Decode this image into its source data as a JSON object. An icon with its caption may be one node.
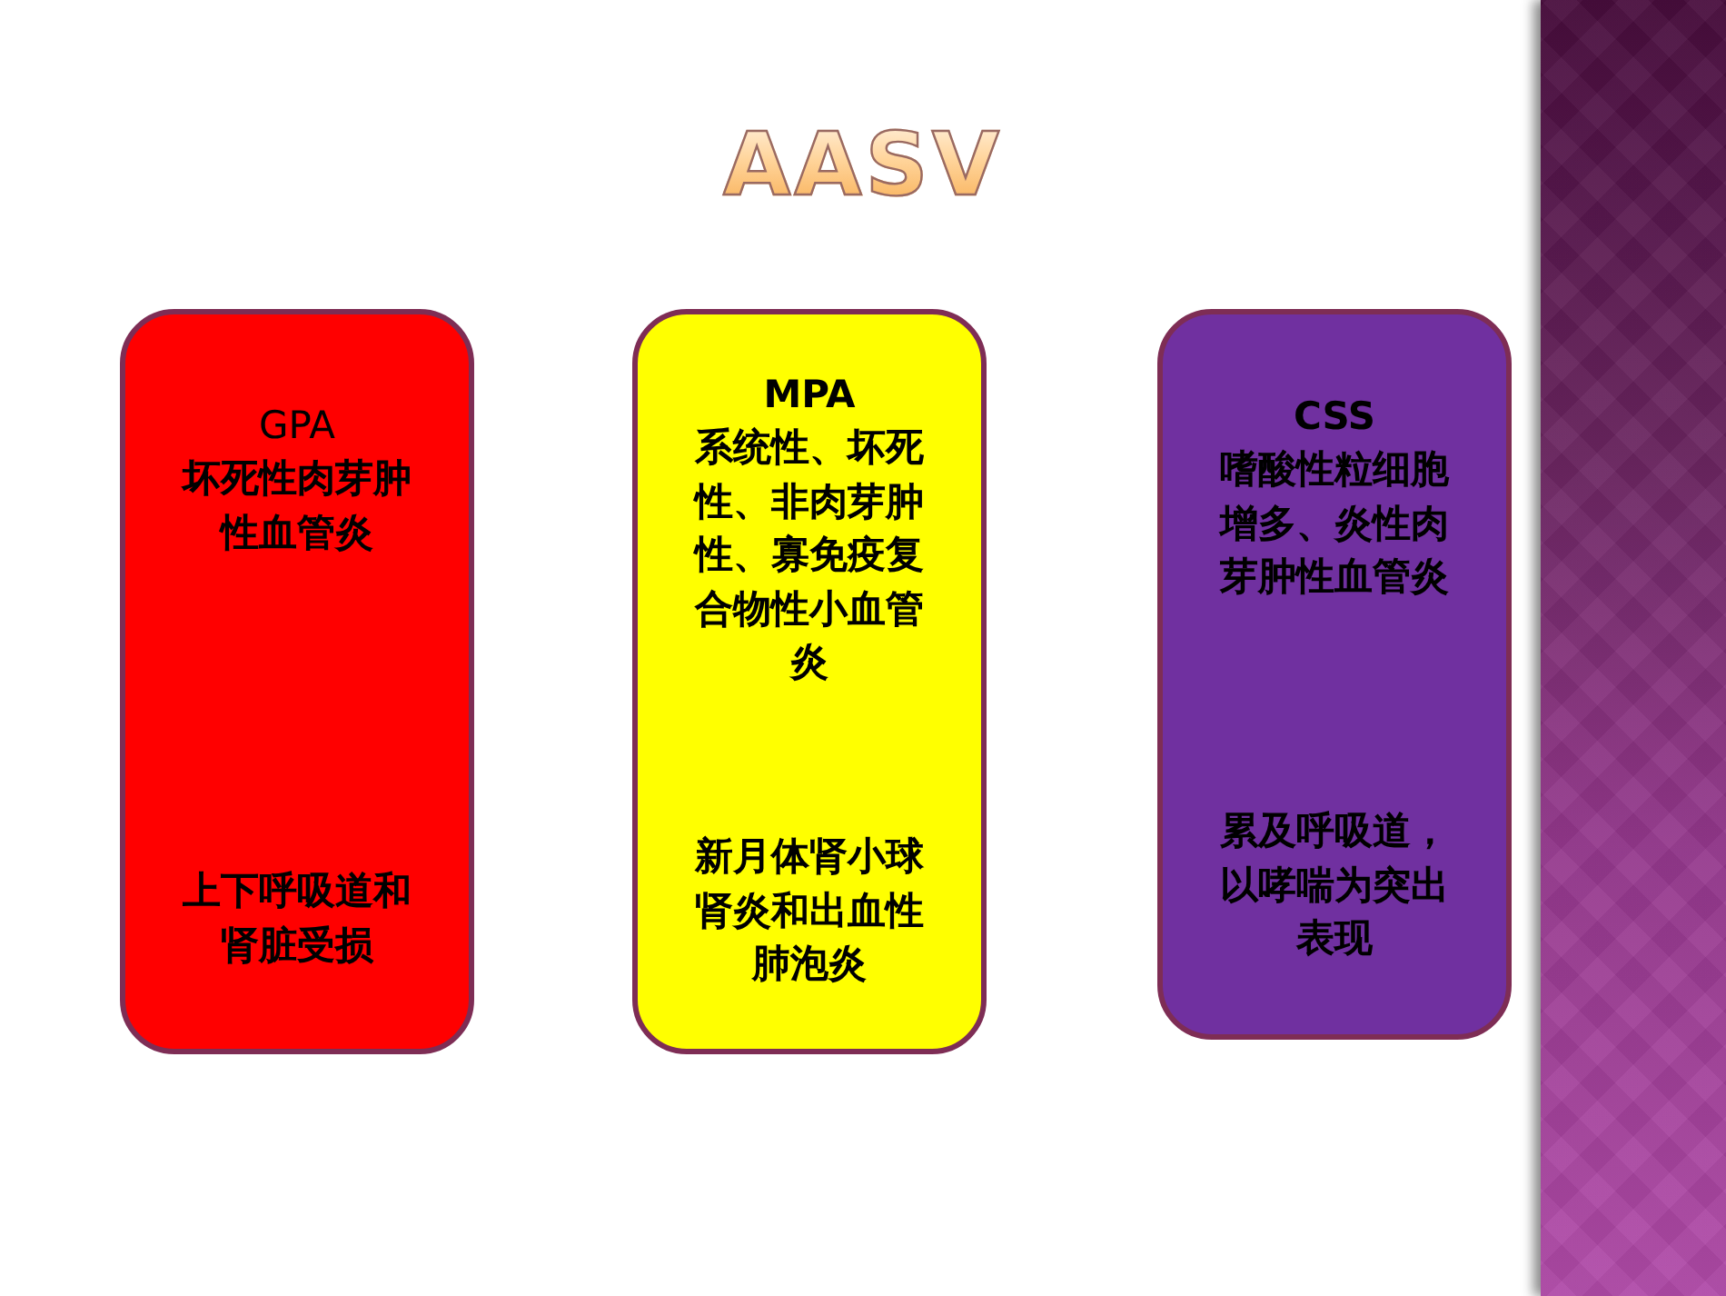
{
  "diagram": {
    "title": "AASV",
    "nodes": [
      {
        "text": [
          "GPA",
          "坏死性肉芽肿性血管炎",
          "上下呼吸道和肾脏受损"
        ]
      },
      {
        "text": [
          "MPA",
          "系统性、坏死性、非肉芽肿性、寡免疫复合物性小血管炎",
          "新月体肾小球肾炎和出血性肺泡炎"
        ]
      },
      {
        "text": [
          "CSS",
          "嗜酸性粒细胞增多、炎性肉芽肿性血管炎",
          "累及呼吸道，以哮喘为突出表现"
        ]
      }
    ]
  }
}
